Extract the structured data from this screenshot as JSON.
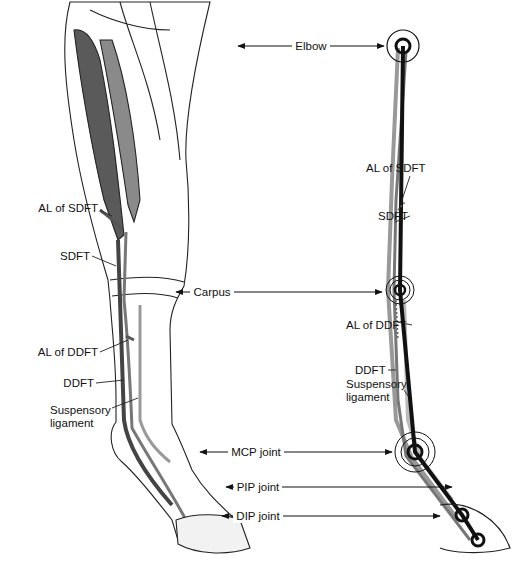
{
  "diagram": {
    "labels": [
      "Elbow",
      "AL of SDFT",
      "AL of SDFT",
      "SDFT",
      "SDFT",
      "Carpus",
      "AL of DDFT",
      "AL of DDFT",
      "DDFT",
      "DDFT",
      "Suspensory ligament",
      "Suspensory ligament",
      "MCP joint",
      "PIP joint",
      "DIP joint"
    ]
  }
}
